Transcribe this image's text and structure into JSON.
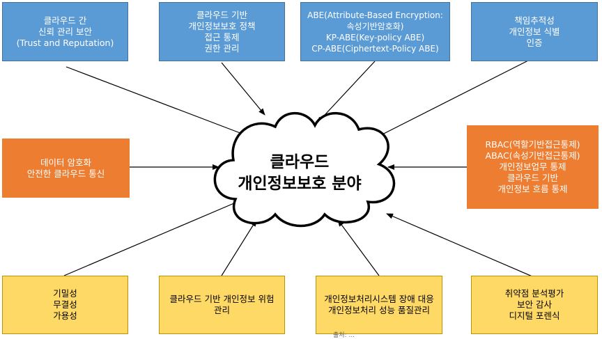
{
  "center": {
    "lines": [
      "클라우드",
      "개인정보보호 분야"
    ]
  },
  "boxes": {
    "top1": [
      "클라우드 간",
      "신뢰 관리 보안",
      "(Trust and Reputation)"
    ],
    "top2": [
      "클라우드 기반",
      "개인정보보호 정책",
      "접근 통제",
      "권한 관리"
    ],
    "top3": [
      "ABE(Attribute-Based Encryption:",
      "속성기반암호화)",
      "KP-ABE(Key-policy ABE)",
      "CP-ABE(Ciphertext-Policy ABE)"
    ],
    "top4": [
      "책임추적성",
      "개인정보 식별",
      "인증"
    ],
    "left": [
      "데이터 암호화",
      "안전한 클라우드 통신"
    ],
    "right": [
      "RBAC(역할기반접근통제)",
      "ABAC(속성기반접근통제)",
      "개인정보업무 통제",
      "클라우드 기반",
      "개인정보 흐름 통제"
    ],
    "bottom1": [
      "기밀성",
      "무결성",
      "가용성"
    ],
    "bottom2": [
      "클라우드 기반 개인정보 위험관리"
    ],
    "bottom3": [
      "개인정보처리시스템 장애 대응",
      "개인정보처리 성능 품질관리"
    ],
    "bottom4": [
      "취약점 분석평가",
      "보안 감사",
      "디지털 포렌식"
    ]
  },
  "footer": "출처: ..."
}
